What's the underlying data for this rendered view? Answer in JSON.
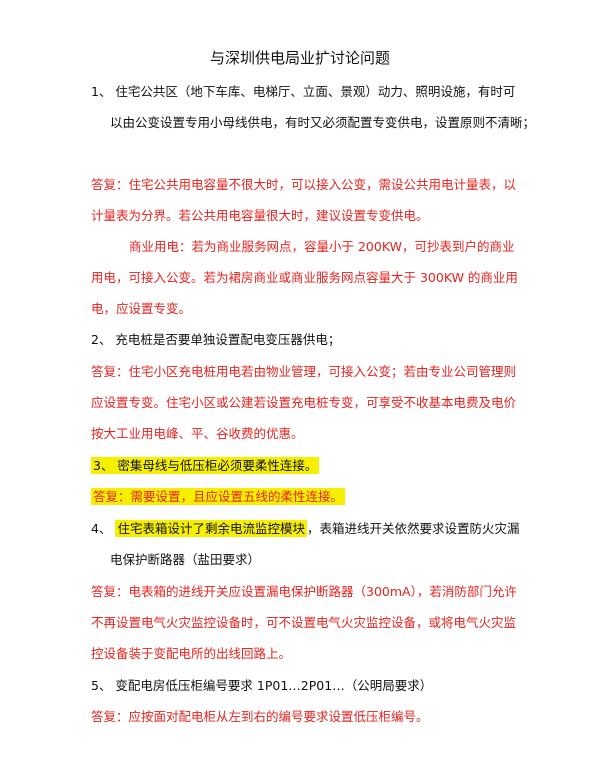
{
  "doc": {
    "title": "与深圳供电局业扩讨论问题",
    "items": [
      {
        "q": [
          "1、 住宅公共区（地下车库、电梯厅、立面、景观）动力、照明设施，有时可",
          "以由公变设置专用小母线供电，有时又必须配置专变供电，设置原则不清晰；"
        ],
        "a": [
          "答复：住宅公共用电容量不很大时，可以接入公变，需设公共用电计量表，以",
          "计量表为分界。若公共用电容量很大时，建议设置专变供电。",
          "商业用电：若为商业服务网点，容量小于 200KW，可抄表到户的商业",
          "用电，可接入公变。若为裙房商业或商业服务网点容量大于 300KW 的商业用",
          "电，应设置专变。"
        ]
      },
      {
        "q": [
          "2、 充电桩是否要单独设置配电变压器供电；"
        ],
        "a": [
          "答复：住宅小区充电桩用电若由物业管理，可接入公变；若由专业公司管理则",
          "应设置专变。住宅小区或公建若设置充电桩专变，可享受不收基本电费及电价",
          "按大工业用电峰、平、谷收费的优惠。"
        ]
      },
      {
        "q": [
          "3、 密集母线与低压柜必须要柔性连接。"
        ],
        "a": [
          "答复：需要设置，且应设置五线的柔性连接。"
        ]
      },
      {
        "q_num": "4、",
        "q_hl": "住宅表箱设计了剩余电流监控模块",
        "q_rest": "，表箱进线开关依然要求设置防火灾漏",
        "q2": "电保护断路器（盐田要求）",
        "a": [
          "答复：电表箱的进线开关应设置漏电保护断路器（300mA），若消防部门允许",
          "不再设置电气火灾监控设备时，可不设置电气火灾监控设备，或将电气火灾监",
          "控设备装于变配电所的出线回路上。"
        ]
      },
      {
        "q": [
          "5、 变配电房低压柜编号要求 1P01…2P01…（公明局要求）"
        ],
        "a": [
          "答复：应按面对配电柜从左到右的编号要求设置低压柜编号。"
        ]
      }
    ]
  }
}
